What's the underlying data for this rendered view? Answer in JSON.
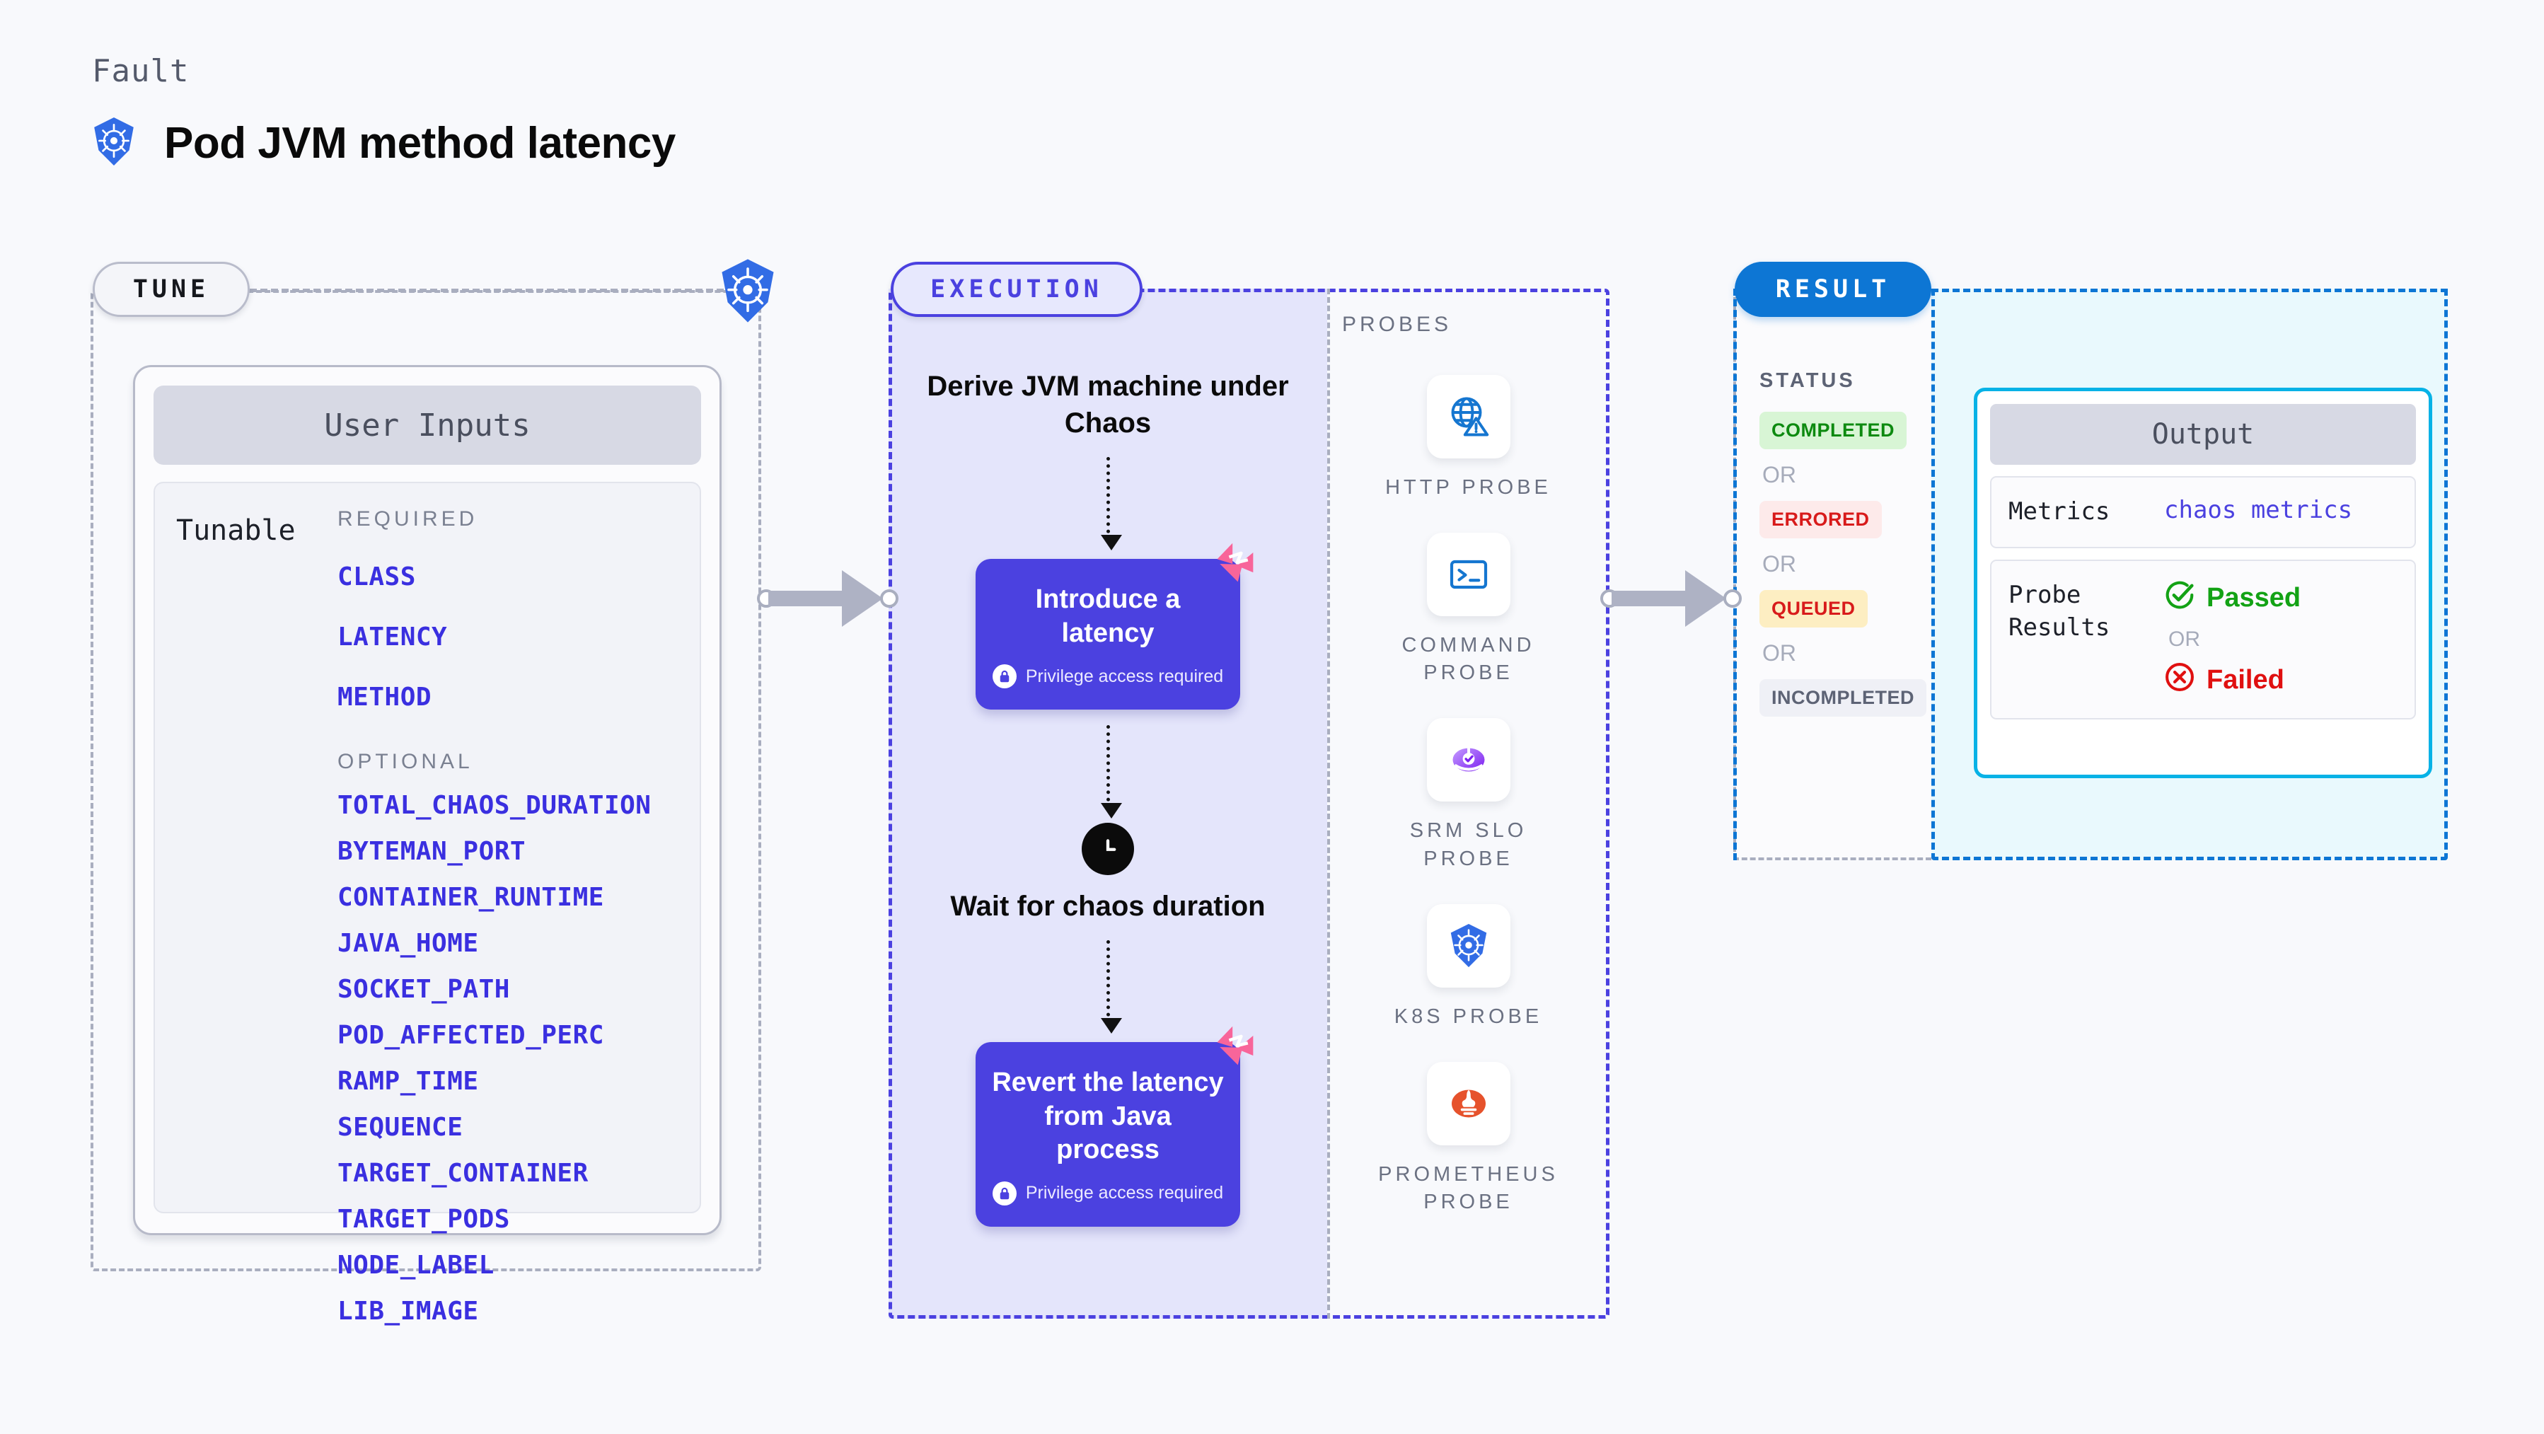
{
  "header": {
    "kicker": "Fault",
    "title": "Pod JVM method latency",
    "icon": "kubernetes-icon"
  },
  "tune": {
    "badge": "TUNE",
    "icon": "kubernetes-icon",
    "card_title": "User Inputs",
    "tunable_label": "Tunable",
    "required_label": "REQUIRED",
    "required": [
      "CLASS",
      "LATENCY",
      "METHOD"
    ],
    "optional_label": "OPTIONAL",
    "optional": [
      "TOTAL_CHAOS_DURATION",
      "BYTEMAN_PORT",
      "CONTAINER_RUNTIME",
      "JAVA_HOME",
      "SOCKET_PATH",
      "POD_AFFECTED_PERC",
      "RAMP_TIME",
      "SEQUENCE",
      "TARGET_CONTAINER",
      "TARGET_PODS",
      "NODE_LABEL",
      "LIB_IMAGE"
    ]
  },
  "execution": {
    "badge": "EXECUTION",
    "steps": [
      {
        "type": "text",
        "label": "Derive JVM machine under Chaos"
      },
      {
        "type": "node",
        "label": "Introduce a latency",
        "sub": "Privilege access required",
        "icon": "lock-icon",
        "badge": "litmus-icon"
      },
      {
        "type": "clock",
        "label": "Wait for chaos duration",
        "icon": "clock-icon"
      },
      {
        "type": "node",
        "label": "Revert the latency from Java process",
        "sub": "Privilege access required",
        "icon": "lock-icon",
        "badge": "litmus-icon"
      }
    ]
  },
  "probes": {
    "label": "PROBES",
    "items": [
      {
        "label": "HTTP PROBE",
        "icon": "globe-warning-icon"
      },
      {
        "label": "COMMAND PROBE",
        "icon": "terminal-icon"
      },
      {
        "label": "SRM SLO PROBE",
        "icon": "srm-slo-icon"
      },
      {
        "label": "K8S PROBE",
        "icon": "kubernetes-icon"
      },
      {
        "label": "PROMETHEUS PROBE",
        "icon": "prometheus-icon"
      }
    ]
  },
  "result": {
    "badge": "RESULT",
    "status_label": "STATUS",
    "or_label": "OR",
    "statuses": [
      {
        "label": "COMPLETED",
        "bg": "#d8f5d5",
        "fg": "#0d8a10"
      },
      {
        "label": "ERRORED",
        "bg": "#fdeaea",
        "fg": "#d81b1b"
      },
      {
        "label": "QUEUED",
        "bg": "#fdeec2",
        "fg": "#d81b1b"
      },
      {
        "label": "INCOMPLETED",
        "bg": "#eff0f6",
        "fg": "#5d6375"
      }
    ],
    "output": {
      "title": "Output",
      "metrics_key": "Metrics",
      "metrics_value": "chaos metrics",
      "probe_key": "Probe Results",
      "passed": "Passed",
      "or_label": "OR",
      "failed": "Failed"
    }
  },
  "colors": {
    "accent_indigo": "#4b41e0",
    "accent_blue": "#0d76d4",
    "accent_cyan": "#07b2e6",
    "litmus_pink": "#f8659a",
    "k8s_blue": "#326ce5",
    "prometheus_orange": "#e6522c"
  }
}
